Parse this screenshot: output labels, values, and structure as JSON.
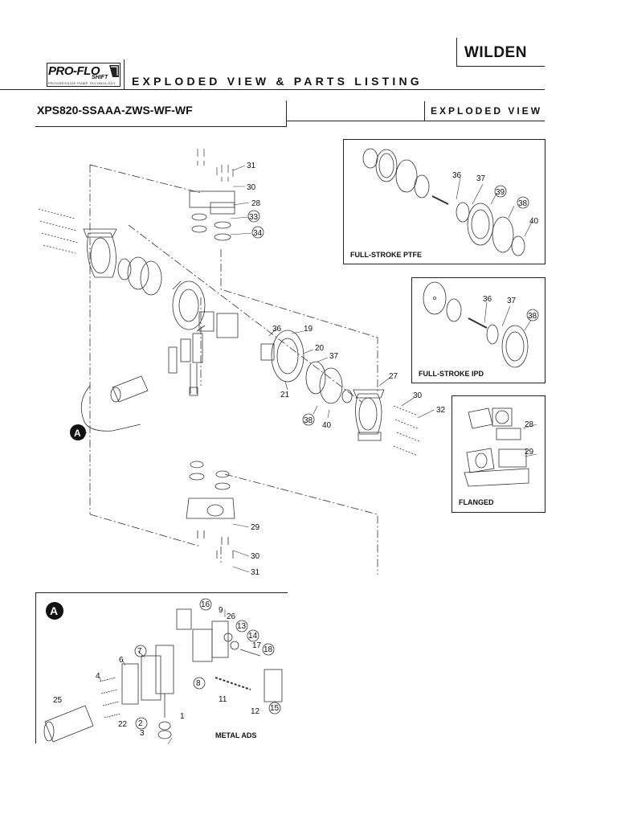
{
  "header": {
    "brand": "WILDEN",
    "logo_main": "PRO-FLO",
    "logo_sub": "SHIFT",
    "logo_tagline": "PROGRESSIVE PUMP TECHNOLOGY",
    "title": "EXPLODED VIEW & PARTS LISTING",
    "model": "XPS820-SSAAA-ZWS-WF-WF",
    "subtitle": "EXPLODED VIEW"
  },
  "insets": {
    "full_stroke_ptfe": {
      "label": "FULL-STROKE PTFE",
      "callouts": [
        "36",
        "37",
        "39",
        "38",
        "40"
      ]
    },
    "full_stroke_ipd": {
      "label": "FULL-STROKE IPD",
      "callouts": [
        "36",
        "37",
        "38"
      ]
    },
    "flanged": {
      "label": "FLANGED",
      "callouts": [
        "28",
        "29"
      ]
    }
  },
  "main": {
    "callouts": [
      "31",
      "30",
      "28",
      "33",
      "34",
      "36",
      "19",
      "20",
      "37",
      "27",
      "30",
      "32",
      "21",
      "38",
      "40",
      "29",
      "30",
      "31"
    ],
    "detail_marker": "A"
  },
  "detail_a": {
    "marker": "A",
    "label": "METAL ADS",
    "callouts": [
      "16",
      "9",
      "26",
      "13",
      "14",
      "17",
      "18",
      "7",
      "6",
      "4",
      "8",
      "11",
      "12",
      "15",
      "25",
      "22",
      "2",
      "3",
      "1"
    ]
  }
}
